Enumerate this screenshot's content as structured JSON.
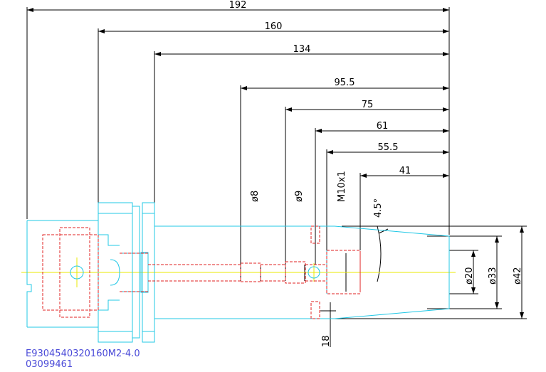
{
  "dimensions": {
    "overall": "192",
    "d160": "160",
    "d134": "134",
    "d95_5": "95.5",
    "d75": "75",
    "d61": "61",
    "d55_5": "55.5",
    "d41": "41",
    "dia8": "ø8",
    "dia9": "ø9",
    "thread": "M10x1",
    "angle": "4.5°",
    "dia20": "ø20",
    "dia33": "ø33",
    "dia42": "ø42",
    "d18": "18"
  },
  "info": {
    "part_number": "E9304540320160M2-4.0",
    "code": "03099461"
  },
  "colors": {
    "outline": "#22c8e6",
    "hidden": "#e02020",
    "center": "#e8e800",
    "dimension": "#000000"
  }
}
